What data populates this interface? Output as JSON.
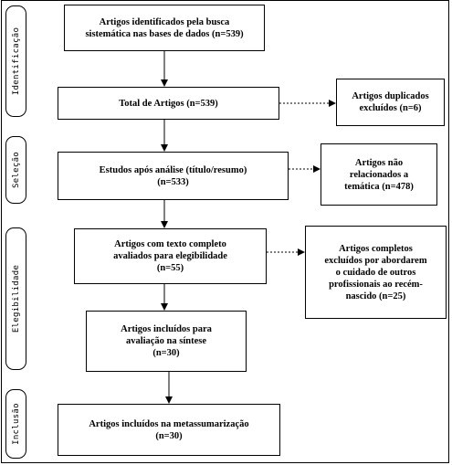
{
  "stages": {
    "identificacao": "Identificação",
    "selecao": "Seleção",
    "elegibilidade": "Elegibilidade",
    "inclusao": "Inclusão"
  },
  "boxes": {
    "identified": "Artigos identificados pela busca\nsistemática nas bases de dados (n=539)",
    "total": "Total de Artigos (n=539)",
    "duplicates": "Artigos duplicados\nexcluídos (n=6)",
    "after_analysis": "Estudos após análise (título/resumo)\n(n=533)",
    "unrelated": "Artigos não\nrelacionados a\ntemática (n=478)",
    "full_text": "Artigos com texto completo\navaliados para elegibilidade\n(n=55)",
    "excluded_full": "Artigos completos\nexcluídos por abordarem\no cuidado de outros\nprofissionais ao recém-\nnascido (n=25)",
    "included_synthesis": "Artigos incluídos para\navaliação na síntese\n(n=30)",
    "included_meta": "Artigos incluídos na metassumarização\n(n=30)"
  }
}
